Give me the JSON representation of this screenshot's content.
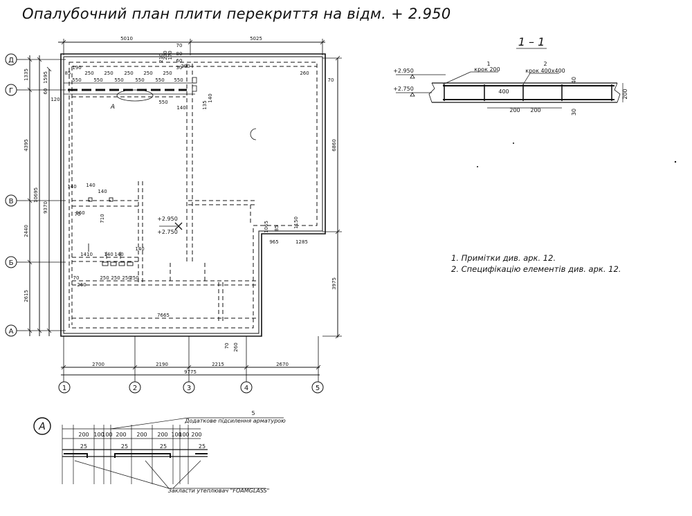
{
  "title": "Опалубочний план плити перекриття на відм. + 2.950",
  "section": {
    "label": "1 – 1",
    "elev_top": "+2.950",
    "elev_bottom": "+2.750",
    "callout1_num": "1",
    "callout1_text": "крок 200",
    "callout2_num": "2",
    "callout2_text": "крок 400х400",
    "dim_400": "400",
    "dim_200a": "200",
    "dim_200b": "200",
    "dim_40": "40",
    "dim_30": "30",
    "dim_height": "200"
  },
  "notes": [
    "1. Примітки див. арк. 12.",
    "2. Специфікацію елементів див. арк. 12."
  ],
  "axes": {
    "columns": [
      "1",
      "2",
      "3",
      "4",
      "5"
    ],
    "rows": [
      "Д",
      "Г",
      "В",
      "Б",
      "А"
    ]
  },
  "dimensions": {
    "top": [
      "5010",
      "5025"
    ],
    "bottom": [
      "2700",
      "2190",
      "2215",
      "2670"
    ],
    "bottom_total": "9775",
    "left_outer": [
      "1335",
      "4395",
      "2440",
      "2615"
    ],
    "left_total": "10695",
    "left_inner_total": "9370",
    "left_small": [
      "1595",
      "60"
    ],
    "right": [
      "6860",
      "3975"
    ],
    "interior": {
      "strip_top": [
        "190",
        "85",
        "250",
        "250",
        "250",
        "250",
        "250",
        "290",
        "230",
        "170",
        "70",
        "60",
        "30",
        "210",
        "80"
      ],
      "strip_row": [
        "550",
        "550",
        "550",
        "550",
        "550",
        "550"
      ],
      "strip_misc": [
        "120",
        "550",
        "140",
        "260",
        "70",
        "135",
        "140"
      ],
      "mid_left": [
        "140",
        "140",
        "140",
        "960",
        "70",
        "710",
        "1410",
        "140",
        "140",
        "140",
        "250",
        "250",
        "250",
        "250",
        "140",
        "70",
        "260"
      ],
      "mid_right": [
        "1065",
        "85",
        "1150",
        "965",
        "1285"
      ],
      "bottom_span": "7665",
      "corner": [
        "70",
        "260"
      ],
      "elev_top": "+2.950",
      "elev_bottom": "+2.750",
      "detail_ref": "А"
    }
  },
  "detail": {
    "label": "А",
    "callout_num": "5",
    "callout_text": "Додаткове підсилення арматурою",
    "bottom_text": "Закласти утеплювач \"FOAMGLASS\"",
    "dims": [
      "200",
      "100",
      "100",
      "200",
      "200",
      "200",
      "100",
      "100",
      "200"
    ],
    "small_dims": [
      "25",
      "25",
      "25",
      "25"
    ]
  }
}
